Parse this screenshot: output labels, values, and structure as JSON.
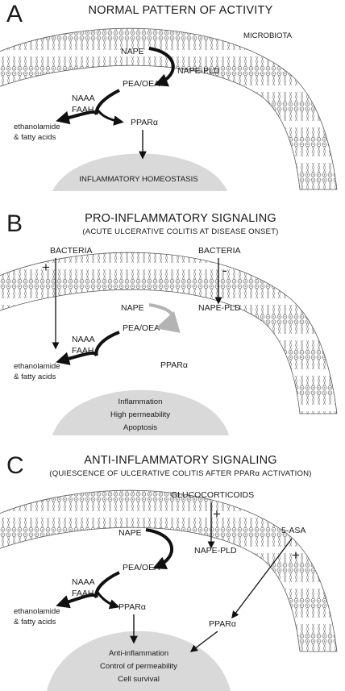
{
  "panels": [
    {
      "letter": "A",
      "title": "NORMAL PATTERN OF ACTIVITY",
      "subtitle": "",
      "labels": {
        "microbiota": "MICROBIOTA",
        "nape": "NAPE",
        "nape_pld": "NAPE-PLD",
        "pea_oea": "PEA/OEA",
        "naaa": "NAAA",
        "faah": "FAAH",
        "eth1": "ethanolamide",
        "eth2": "& fatty acids",
        "ppar": "PPARα"
      },
      "outcome": [
        "INFLAMMATORY HOMEOSTASIS"
      ]
    },
    {
      "letter": "B",
      "title": "PRO-INFLAMMATORY SIGNALING",
      "subtitle": "(ACUTE ULCERATIVE COLITIS AT DISEASE ONSET)",
      "labels": {
        "bacteria_left": "BACTERIA",
        "bacteria_right": "BACTERIA",
        "plus": "+",
        "minus": "-",
        "nape": "NAPE",
        "nape_pld": "NAPE-PLD",
        "pea_oea": "PEA/OEA",
        "naaa": "NAAA",
        "faah": "FAAH",
        "eth1": "ethanolamide",
        "eth2": "& fatty acids",
        "ppar": "PPARα"
      },
      "outcome": [
        "Inflammation",
        "High permeability",
        "Apoptosis"
      ]
    },
    {
      "letter": "C",
      "title": "ANTI-INFLAMMATORY SIGNALING",
      "subtitle": "(QUIESCENCE OF ULCERATIVE COLITIS AFTER PPARα ACTIVATION)",
      "labels": {
        "glucocorticoids": "GLUCOCORTICOIDS",
        "asa": "5-ASA",
        "plus1": "+",
        "plus2": "+",
        "nape": "NAPE",
        "nape_pld": "NAPE-PLD",
        "pea_oea": "PEA/OEA",
        "naaa": "NAAA",
        "faah": "FAAH",
        "eth1": "ethanolamide",
        "eth2": "& fatty acids",
        "ppar1": "PPARα",
        "ppar2": "PPARα"
      },
      "outcome": [
        "Anti-inflammation",
        "Control of permeability",
        "Cell survival"
      ]
    }
  ],
  "colors": {
    "membrane_fill": "#ffffff",
    "membrane_stroke": "#5a5a5a",
    "dome_fill": "#d9d9d9",
    "arrow_black": "#111111",
    "arrow_grey": "#b3b3b3"
  }
}
